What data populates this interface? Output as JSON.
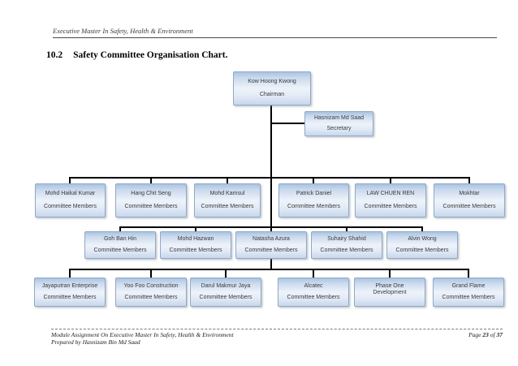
{
  "page": {
    "header_title": "Executive Master In Safety, Health & Environment",
    "section": {
      "number": "10.2",
      "title": "Safety Committee Organisation Chart."
    }
  },
  "org_chart": {
    "chairman": {
      "name": "Kow Hoong Kwong",
      "role": "Chairman"
    },
    "secretary": {
      "name": "Hasnizam Md Saad",
      "role": "Secretary"
    },
    "row1": [
      {
        "name": "Mohd Haikal Kumar",
        "role": "Committee Members"
      },
      {
        "name": "Hang Chit Seng",
        "role": "Committee Members"
      },
      {
        "name": "Mohd Kamsul",
        "role": "Committee Members"
      },
      {
        "name": "Patrick Daniel",
        "role": "Committee Members"
      },
      {
        "name": "LAW CHUEN REN",
        "role": "Committee Members"
      },
      {
        "name": "Mokhtar",
        "role": "Committee Members"
      }
    ],
    "row2": [
      {
        "name": "Goh Ban Hin",
        "role": "Committee Members"
      },
      {
        "name": "Mohd Hazwan",
        "role": "Committee Members"
      },
      {
        "name": "Natasha Azura",
        "role": "Committee Members"
      },
      {
        "name": "Suhairy Shahid",
        "role": "Committee Members"
      },
      {
        "name": "Alvin Wong",
        "role": "Committee Members"
      }
    ],
    "row3": [
      {
        "name": "Jayaputran Enterprise",
        "role": "Committee Members"
      },
      {
        "name": "Yoo Foo Construction",
        "role": "Committee Members"
      },
      {
        "name": "Darul Makmur Jaya",
        "role": "Committee Members"
      },
      {
        "name": "Alcatec",
        "role": "Committee Members"
      },
      {
        "name": "Phase One Development",
        "role": ""
      },
      {
        "name": "Grand Flame",
        "role": "Committee Members"
      }
    ]
  },
  "footer": {
    "left_line1": "Module Assignment On Executive Master In Safety, Health & Environment",
    "left_line2": "Prepared by Hasnizam Bin Md Saad",
    "page_word": "Page",
    "page_number": "23",
    "of_word": "of",
    "page_total": "37"
  },
  "colors": {
    "box_border": "#90a8c5",
    "box_fill_top": "#a9c4e1",
    "box_fill_mid": "#eef3fa",
    "box_fill_bottom": "#c6d7ec",
    "connector": "#000000"
  }
}
